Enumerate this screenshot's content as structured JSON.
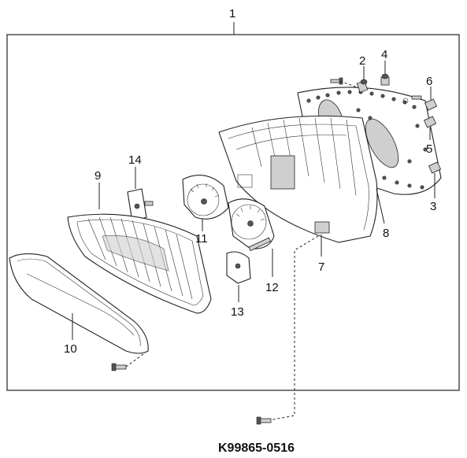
{
  "callouts": {
    "c1": "1",
    "c2": "2",
    "c3": "3",
    "c4": "4",
    "c5": "5",
    "c6": "6",
    "c7": "7",
    "c8": "8",
    "c9": "9",
    "c10": "10",
    "c11": "11",
    "c12": "12",
    "c13": "13",
    "c14": "14"
  },
  "diagram_code": "K99865-0516"
}
